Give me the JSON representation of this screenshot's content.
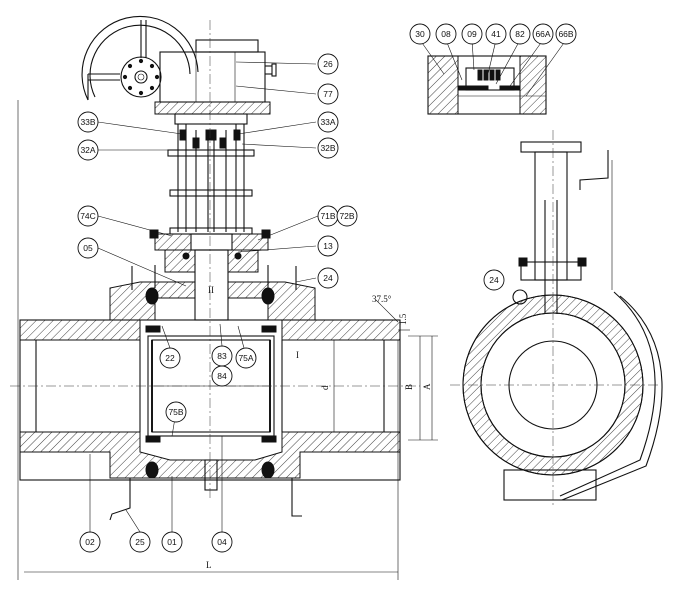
{
  "callouts": [
    {
      "id": "c26",
      "label": "26"
    },
    {
      "id": "c77",
      "label": "77"
    },
    {
      "id": "c33B",
      "label": "33B"
    },
    {
      "id": "c33A",
      "label": "33A"
    },
    {
      "id": "c32A",
      "label": "32A"
    },
    {
      "id": "c32B",
      "label": "32B"
    },
    {
      "id": "c74C",
      "label": "74C"
    },
    {
      "id": "c71B",
      "label": "71B"
    },
    {
      "id": "c72B",
      "label": "72B"
    },
    {
      "id": "c05",
      "label": "05"
    },
    {
      "id": "c13",
      "label": "13"
    },
    {
      "id": "c24",
      "label": "24"
    },
    {
      "id": "c22",
      "label": "22"
    },
    {
      "id": "c83",
      "label": "83"
    },
    {
      "id": "c84",
      "label": "84"
    },
    {
      "id": "c75A",
      "label": "75A"
    },
    {
      "id": "c75B",
      "label": "75B"
    },
    {
      "id": "c02",
      "label": "02"
    },
    {
      "id": "c25",
      "label": "25"
    },
    {
      "id": "c01",
      "label": "01"
    },
    {
      "id": "c04",
      "label": "04"
    },
    {
      "id": "c30",
      "label": "30"
    },
    {
      "id": "c08",
      "label": "08"
    },
    {
      "id": "c09",
      "label": "09"
    },
    {
      "id": "c41",
      "label": "41"
    },
    {
      "id": "c82",
      "label": "82"
    },
    {
      "id": "c66A",
      "label": "66A"
    },
    {
      "id": "c66B",
      "label": "66B"
    },
    {
      "id": "c24s",
      "label": "24"
    }
  ],
  "dimensions": {
    "angle": "37.5°",
    "gap": "1.5",
    "bore_d": "d",
    "dim_B": "B",
    "dim_A": "A",
    "length_L": "L",
    "detail_I": "I",
    "detail_II": "II"
  }
}
